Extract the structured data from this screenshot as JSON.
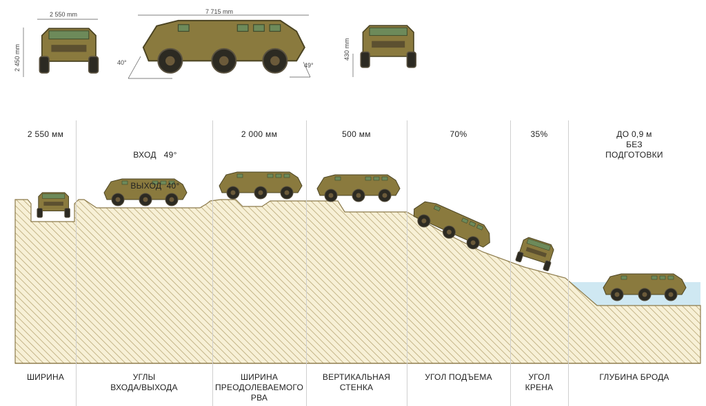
{
  "top_views": {
    "front_width": "2 550 mm",
    "front_height": "2 450 mm",
    "side_length": "7 715 mm",
    "approach_angle": "40°",
    "departure_angle": "49°",
    "rear_clearance": "430 mm"
  },
  "columns": [
    {
      "value": "2 550 мм",
      "label": "ШИРИНА"
    },
    {
      "value_line1": "ВХОД   49°",
      "value_line2": "ВЫХОД  40°",
      "label_line1": "УГЛЫ",
      "label_line2": "ВХОДА/ВЫХОДА"
    },
    {
      "value": "2 000 мм",
      "label_line1": "ШИРИНА",
      "label_line2": "ПРЕОДОЛЕВАЕМОГО",
      "label_line3": "РВА"
    },
    {
      "value": "500 мм",
      "label_line1": "ВЕРТИКАЛЬНАЯ",
      "label_line2": "СТЕНКА"
    },
    {
      "value": "70%",
      "label": "УГОЛ ПОДЪЕМА"
    },
    {
      "value": "35%",
      "label_line1": "УГОЛ",
      "label_line2": "КРЕНА"
    },
    {
      "value_line1": "ДО 0,9 м",
      "value_line2": "БЕЗ",
      "value_line3": "ПОДГОТОВКИ",
      "label": "ГЛУБИНА БРОДА"
    }
  ],
  "colors": {
    "terrain_fill": "#f5edd0",
    "terrain_hatch": "#b9a978",
    "terrain_outline": "#8c7a4a",
    "water": "#cfe8f2",
    "vehicle_body": "#8a7a3e"
  }
}
